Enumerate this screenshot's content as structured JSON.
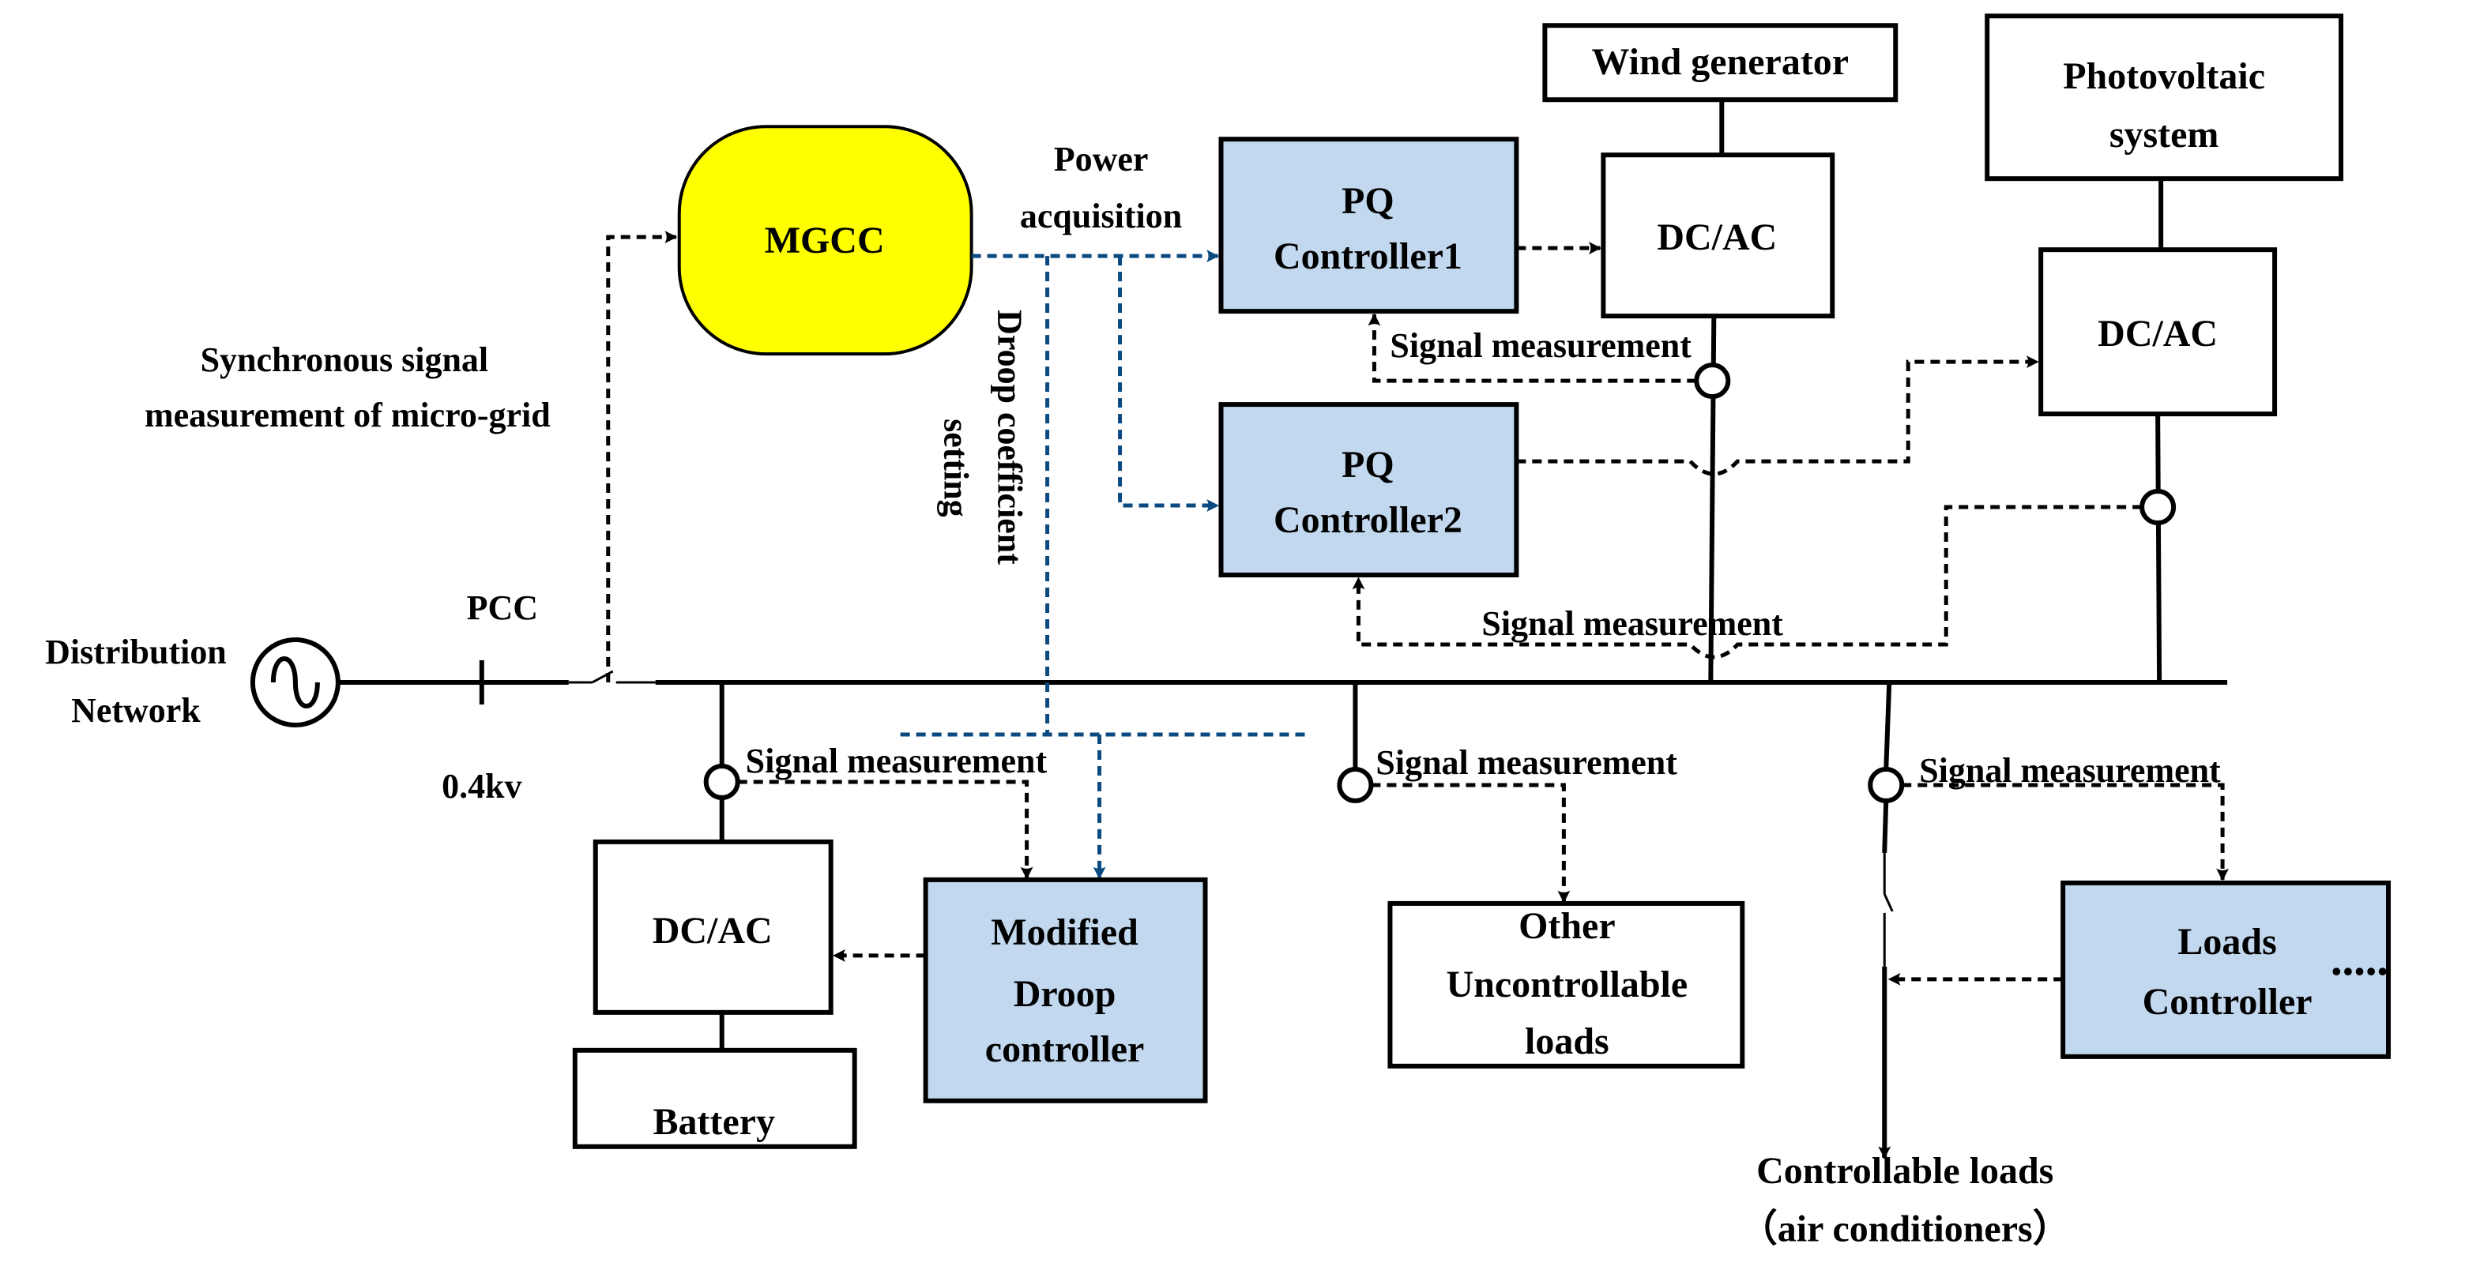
{
  "colors": {
    "mgcc_fill": "#ffff00",
    "controller_fill": "#c2d8ee",
    "plain_fill": "#ffffff",
    "line": "#000000",
    "command_line": "#0b4a80"
  },
  "source": {
    "label_line1": "Distribution",
    "label_line2": "Network",
    "pcc_label": "PCC",
    "voltage_label": "0.4kv"
  },
  "mgcc": {
    "label": "MGCC",
    "sync_label_line1": "Synchronous signal",
    "sync_label_line2": "measurement of micro-grid",
    "power_label_line1": "Power",
    "power_label_line2": "acquisition",
    "droop_label_line1": "Droop coefficient",
    "droop_label_line2": "setting"
  },
  "pq1": {
    "line1": "PQ",
    "line2": "Controller1"
  },
  "pq2": {
    "line1": "PQ",
    "line2": "Controller2"
  },
  "wind": {
    "source_label": "Wind generator",
    "converter_label": "DC/AC",
    "signal_label": "Signal measurement"
  },
  "pv": {
    "source_line1": "Photovoltaic",
    "source_line2": "system",
    "converter_label": "DC/AC",
    "signal_label": "Signal measurement"
  },
  "storage": {
    "converter_label": "DC/AC",
    "battery_label": "Battery",
    "signal_label": "Signal measurement",
    "controller_line1": "Modified",
    "controller_line2": "Droop",
    "controller_line3": "controller"
  },
  "uncontrollable": {
    "signal_label": "Signal measurement",
    "line1": "Other",
    "line2": "Uncontrollable",
    "line3": "loads"
  },
  "controllable": {
    "signal_label": "Signal measurement",
    "controller_line1": "Loads",
    "controller_line2": "Controller",
    "ellipsis": "•••••",
    "load_line1": "Controllable loads",
    "load_line2": "（air conditioners）"
  }
}
